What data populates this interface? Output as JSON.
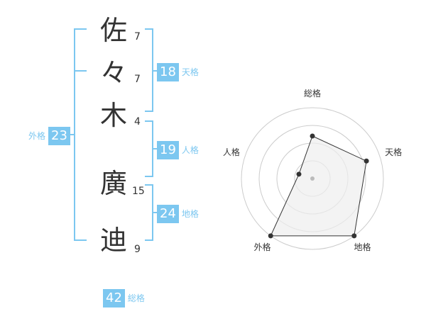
{
  "name": [
    {
      "char": "佐",
      "strokes": "7"
    },
    {
      "char": "々",
      "strokes": "7"
    },
    {
      "char": "木",
      "strokes": "4"
    },
    {
      "char": "廣",
      "strokes": "15"
    },
    {
      "char": "迪",
      "strokes": "9"
    }
  ],
  "kakusu": {
    "tenkaku": {
      "value": "18",
      "label": "天格"
    },
    "jinkaku": {
      "value": "19",
      "label": "人格"
    },
    "chikaku": {
      "value": "24",
      "label": "地格"
    },
    "gaikaku": {
      "value": "23",
      "label": "外格"
    },
    "soukaku": {
      "value": "42",
      "label": "総格"
    }
  },
  "chart_data": {
    "type": "radar",
    "axes": [
      "総格",
      "天格",
      "地格",
      "外格",
      "人格"
    ],
    "values": [
      3,
      4,
      5,
      5,
      1
    ],
    "rmax": 5,
    "rings": 4,
    "colors": {
      "fill": "#eeeeee",
      "line": "#333333",
      "ring": "#cccccc",
      "point": "#333333",
      "center": "#bbbbbb"
    }
  }
}
